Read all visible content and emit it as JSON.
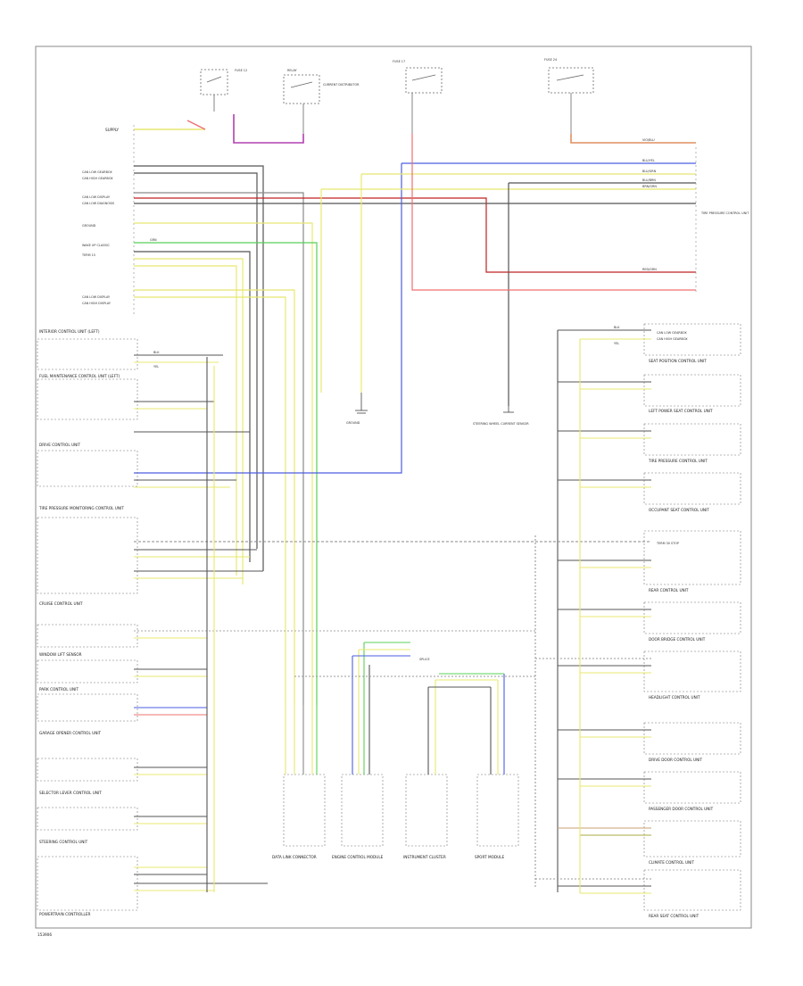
{
  "diagram": {
    "code": "153906",
    "supply_label": "SUPPLY",
    "fuse_labels": [
      "FUSE 12",
      "FUSE 17",
      "FUSE 24"
    ],
    "relay_labels": [
      "RELAY",
      "CURRENT DISTRIBUTOR"
    ],
    "left_pin_labels": [
      "CAN LOW GEARBOX",
      "CAN HIGH GEARBOX",
      "CAN LOW DISPLAY",
      "CAN LOW DIAGNOSIS",
      "GROUND",
      "WAKE UP CLASSIC",
      "TERM 15",
      "CAN LOW DISPLAY",
      "CAN HIGH DISPLAY"
    ],
    "left_modules": [
      "INTERIOR CONTROL UNIT (LEFT)",
      "FUEL MAINTENANCE CONTROL UNIT (LEFT)",
      "DRIVE CONTROL UNIT",
      "TIRE PRESSURE MONITORING CONTROL UNIT",
      "CRUISE CONTROL UNIT",
      "WINDOW LIFT SENSOR",
      "PARK CONTROL UNIT",
      "GARAGE OPENER CONTROL UNIT",
      "SELECTOR LEVER CONTROL UNIT",
      "STEERING CONTROL UNIT",
      "POWERTRAIN CONTROLLER"
    ],
    "right_modules": [
      "SEAT POSITION CONTROL UNIT",
      "LEFT POWER SEAT CONTROL UNIT",
      "TIRE PRESSURE CONTROL UNIT",
      "OCCUPANT SEAT CONTROL UNIT",
      "REAR CONTROL UNIT",
      "DOOR BRIDGE CONTROL UNIT",
      "HEADLIGHT CONTROL UNIT",
      "DRIVE DOOR CONTROL UNIT",
      "PASSENGER DOOR CONTROL UNIT",
      "CLIMATE CONTROL UNIT",
      "REAR SEAT CONTROL UNIT"
    ],
    "right_pin_labels": [
      "TERM 30 STOP",
      "CAN LOW GEARBOX",
      "CAN HIGH GEARBOX"
    ],
    "center_components": [
      "DATA LINK CONNECTOR",
      "INSTRUMENT CLUSTER",
      "ENGINE CONTROL MODULE",
      "SPORT MODULE"
    ],
    "ground_labels": [
      "GROUND",
      "STEERING WHEEL CURRENT SENSOR"
    ],
    "splice_label": "SPLICE",
    "wire_labels": [
      "BLU/YEL",
      "BLU/GRN",
      "BLU/BRN",
      "BRN/GRN",
      "VIO/BLU",
      "RED/GRN",
      "YEL",
      "GRN",
      "BLK"
    ],
    "colors": {
      "black": "#555555",
      "gray": "#8a8a8a",
      "yellow": "#e8e870",
      "green": "#58d058",
      "blue": "#4c5de0",
      "red": "#f07070",
      "darkred": "#c02020",
      "violet": "#b040b0",
      "orange": "#e09060",
      "tan": "#c8a070",
      "olive": "#a8a840"
    }
  }
}
